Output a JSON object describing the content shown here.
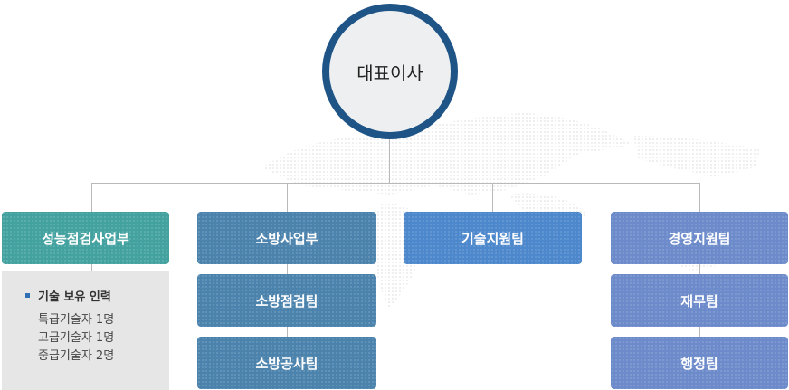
{
  "ceo": {
    "label": "대표이사"
  },
  "departments": [
    {
      "label": "성능점검사업부"
    },
    {
      "label": "소방사업부",
      "teams": [
        "소방점검팀",
        "소방공사팀"
      ]
    },
    {
      "label": "기술지원팀"
    },
    {
      "label": "경영지원팀",
      "teams": [
        "재무팀",
        "행정팀"
      ]
    }
  ],
  "info_panel": {
    "title": "기술 보유 인력",
    "items": [
      "특급기술자 1명",
      "고급기술자 1명",
      "중급기술자 2명"
    ]
  },
  "colors": {
    "ceo_border": "#1f5487",
    "dept_1": "#43a2a0",
    "dept_2": "#4c83ad",
    "dept_3": "#4d87cc",
    "dept_4": "#6d8bca"
  }
}
